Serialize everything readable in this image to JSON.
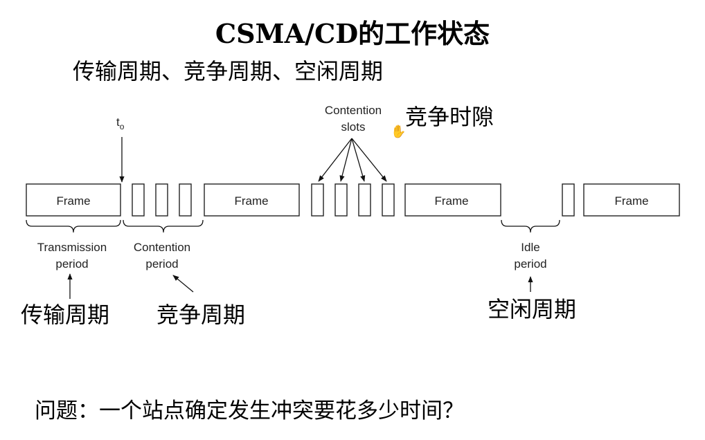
{
  "title": "CSMA/CD的工作状态",
  "subtitle": "传输周期、竞争周期、空闲周期",
  "diagram": {
    "frame_label": "Frame",
    "t0_label": "t",
    "t0_sub": "o",
    "contention_slots_line1": "Contention",
    "contention_slots_line2": "slots",
    "contention_slots_cn": "竞争时隙",
    "transmission_period_line1": "Transmission",
    "transmission_period_line2": "period",
    "contention_period_line1": "Contention",
    "contention_period_line2": "period",
    "idle_period_line1": "Idle",
    "idle_period_line2": "period",
    "transmission_cn": "传输周期",
    "contention_cn": "竞争周期",
    "idle_cn": "空闲周期",
    "hand_cursor": "✋",
    "hand_cursor_icon": "hand-cursor-icon"
  },
  "question": "问题：一个站点确定发生冲突要花多少时间？"
}
